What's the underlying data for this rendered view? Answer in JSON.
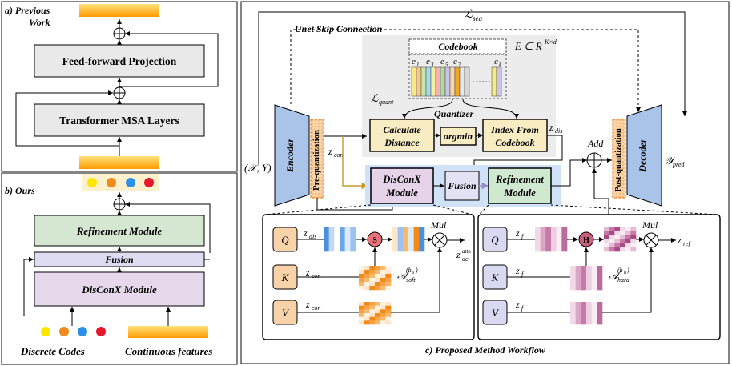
{
  "colors": {
    "encoder": "#a9c4e8",
    "disconx": "#e6d3ea",
    "refinement": "#cfe8cf",
    "fusion": "#e3e2f5",
    "q": "#f8d2a8",
    "orange_strip": "#ffa500",
    "blue_panel": "#cfe2f7",
    "gray_panel": "#ececec",
    "red_s": "#e7737a"
  },
  "panel_a": {
    "title": "a) Previous",
    "title2": "Work",
    "ffn_label": "Feed-forward Projection",
    "msa_label": "Transformer MSA Layers"
  },
  "panel_b": {
    "title": "b) Ours",
    "refinement_label": "Refinement Module",
    "fusion_label": "Fusion",
    "disconx_label": "DisConX Module",
    "discrete_label": "Discrete Codes",
    "continuous_label": "Continuous features"
  },
  "panel_c": {
    "caption": "c) Proposed Method Workflow",
    "loss_seg": "ℒ",
    "loss_seg_sub": "seg",
    "skip_label": "Unet Skip Connection",
    "codebook_label": "Codebook",
    "codebook_eq": "E ∈ R",
    "codebook_eq_sup": "K×d",
    "codes": [
      "e",
      "e",
      "e",
      "e",
      "e"
    ],
    "code_subs": [
      "1",
      "3",
      "5",
      "7",
      "k"
    ],
    "loss_quant": "ℒ",
    "loss_quant_sub": "quant",
    "quantizer_label": "Quantizer",
    "calc_line1": "Calculate",
    "calc_line2": "Distance",
    "argmin_label": "argmin",
    "index_line1": "Index From",
    "index_line2": "Codebook",
    "z_dis": "z",
    "z_dis_sub": "dis",
    "z_con": "z",
    "z_con_sub": "con",
    "input_label": "(𝒳, Y)",
    "encoder_label": "Encoder",
    "prequant_label": "Pre-quantization",
    "disconx_line1": "DisConX",
    "disconx_line2": "Module",
    "fusion_label": "Fusion",
    "refine_line1": "Refinement",
    "refine_line2": "Module",
    "add_label": "Add",
    "postquant_label": "Post-quantization",
    "decoder_label": "Decoder",
    "y_pred": "𝒴",
    "y_pred_sub": "pred"
  },
  "soft_block": {
    "q": "Q",
    "k": "K",
    "v": "V",
    "z_dis": "z",
    "z_dis_sub": "dis",
    "z_con": "z",
    "z_con_sub": "con",
    "s_label": "S",
    "mul": "Mul",
    "attn_label": "𝒜",
    "attn_sup": "(h",
    "attn_sup_s": "s",
    "attn_sup_close": ")",
    "attn_sub": "soft",
    "out": "z",
    "out_sup": "attn",
    "out_sub": "dc"
  },
  "hard_block": {
    "q": "Q",
    "k": "K",
    "v": "V",
    "z_f": "z",
    "z_f_sub": "f",
    "h_label": "H",
    "mul": "Mul",
    "attn_label": "𝒜",
    "attn_sup": "(h",
    "attn_sup_h": "h",
    "attn_sup_close": ")",
    "attn_sub": "hard",
    "out": "z",
    "out_sub": "ref"
  }
}
